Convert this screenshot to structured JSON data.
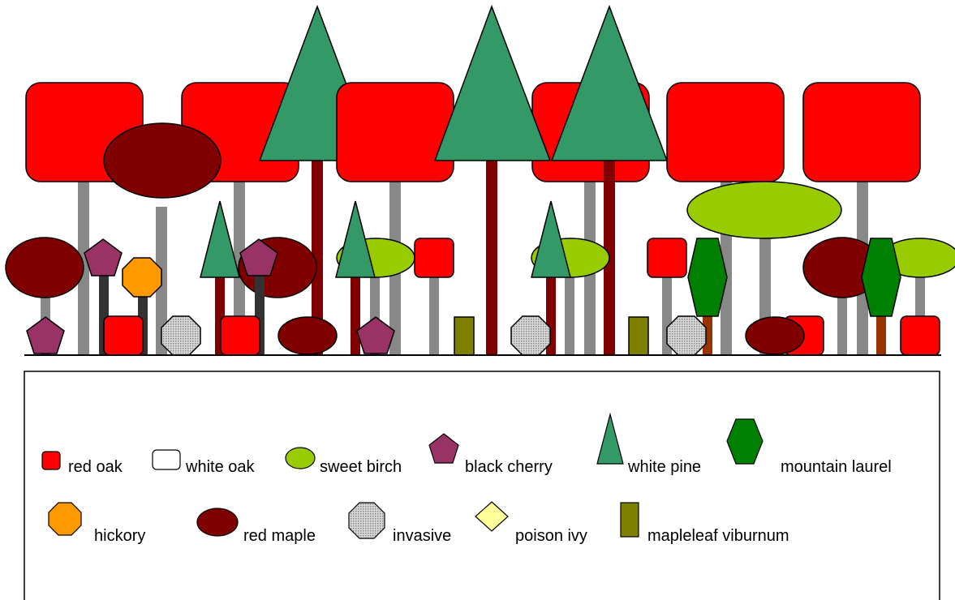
{
  "legend": {
    "items": [
      {
        "key": "red-oak",
        "label": "red oak"
      },
      {
        "key": "white-oak",
        "label": "white oak"
      },
      {
        "key": "sweet-birch",
        "label": "sweet birch"
      },
      {
        "key": "black-cherry",
        "label": "black cherry"
      },
      {
        "key": "white-pine",
        "label": "white pine"
      },
      {
        "key": "mountain-laurel",
        "label": "mountain laurel"
      },
      {
        "key": "hickory",
        "label": "hickory"
      },
      {
        "key": "red-maple",
        "label": "red maple"
      },
      {
        "key": "invasive",
        "label": "invasive"
      },
      {
        "key": "poison-ivy",
        "label": "poison ivy"
      },
      {
        "key": "mapleleaf-viburnum",
        "label": "mapleleaf viburnum"
      }
    ]
  },
  "colors": {
    "red_oak": "#ff0000",
    "white_oak": "#ffffff",
    "sweet_birch": "#99cc00",
    "black_cherry": "#993366",
    "white_pine": "#339966",
    "mountain_laurel": "#008000",
    "hickory": "#ff9900",
    "red_maple": "#800000",
    "invasive": "#c0c0c0",
    "poison_ivy": "#ffff99",
    "mapleleaf_viburnum": "#808000",
    "trunk_gray": "#888888",
    "trunk_dark": "#333333",
    "trunk_maroon": "#800000",
    "trunk_brown": "#993300"
  }
}
